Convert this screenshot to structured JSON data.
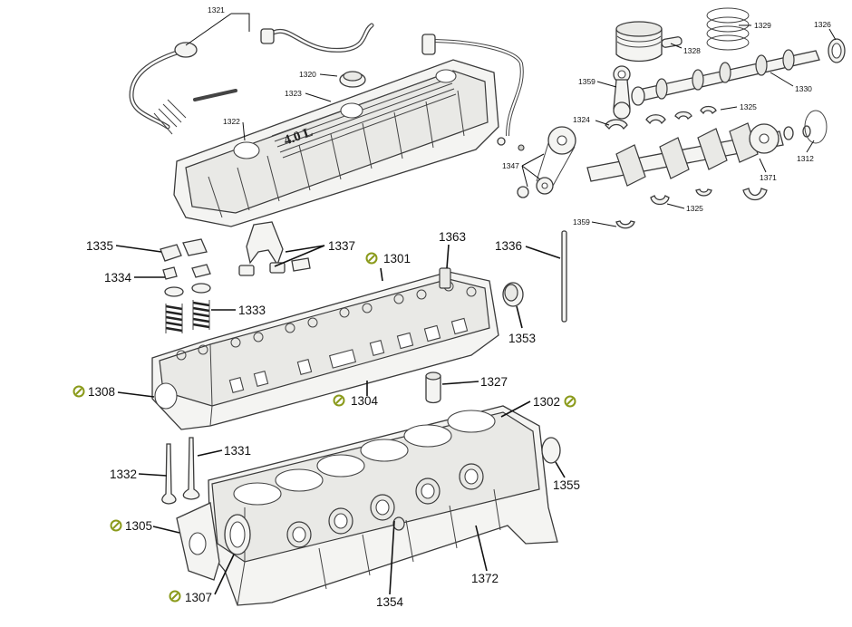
{
  "labels": {
    "l1321": "1321",
    "l1320": "1320",
    "l1323": "1323",
    "l1322": "1322",
    "l1328": "1328",
    "l1329": "1329",
    "l1326": "1326",
    "l1359a": "1359",
    "l1330": "1330",
    "l1325a": "1325",
    "l1324": "1324",
    "l1347": "1347",
    "l1312": "1312",
    "l1371": "1371",
    "l1325b": "1325",
    "l1359b": "1359",
    "l1335": "1335",
    "l1337": "1337",
    "l1301": "1301",
    "l1363": "1363",
    "l1336": "1336",
    "l1334": "1334",
    "l1333": "1333",
    "l1353": "1353",
    "l1327": "1327",
    "l1308": "1308",
    "l1304": "1304",
    "l1302": "1302",
    "l1331": "1331",
    "l1332": "1332",
    "l1355": "1355",
    "l1305": "1305",
    "l1372": "1372",
    "l1307": "1307",
    "l1354": "1354"
  },
  "cover_text": "4.0 L",
  "colors": {
    "gasket_marker": "#8a9a1a",
    "line": "#111111"
  },
  "icons": {
    "gasket": "gasket-ring-icon"
  }
}
